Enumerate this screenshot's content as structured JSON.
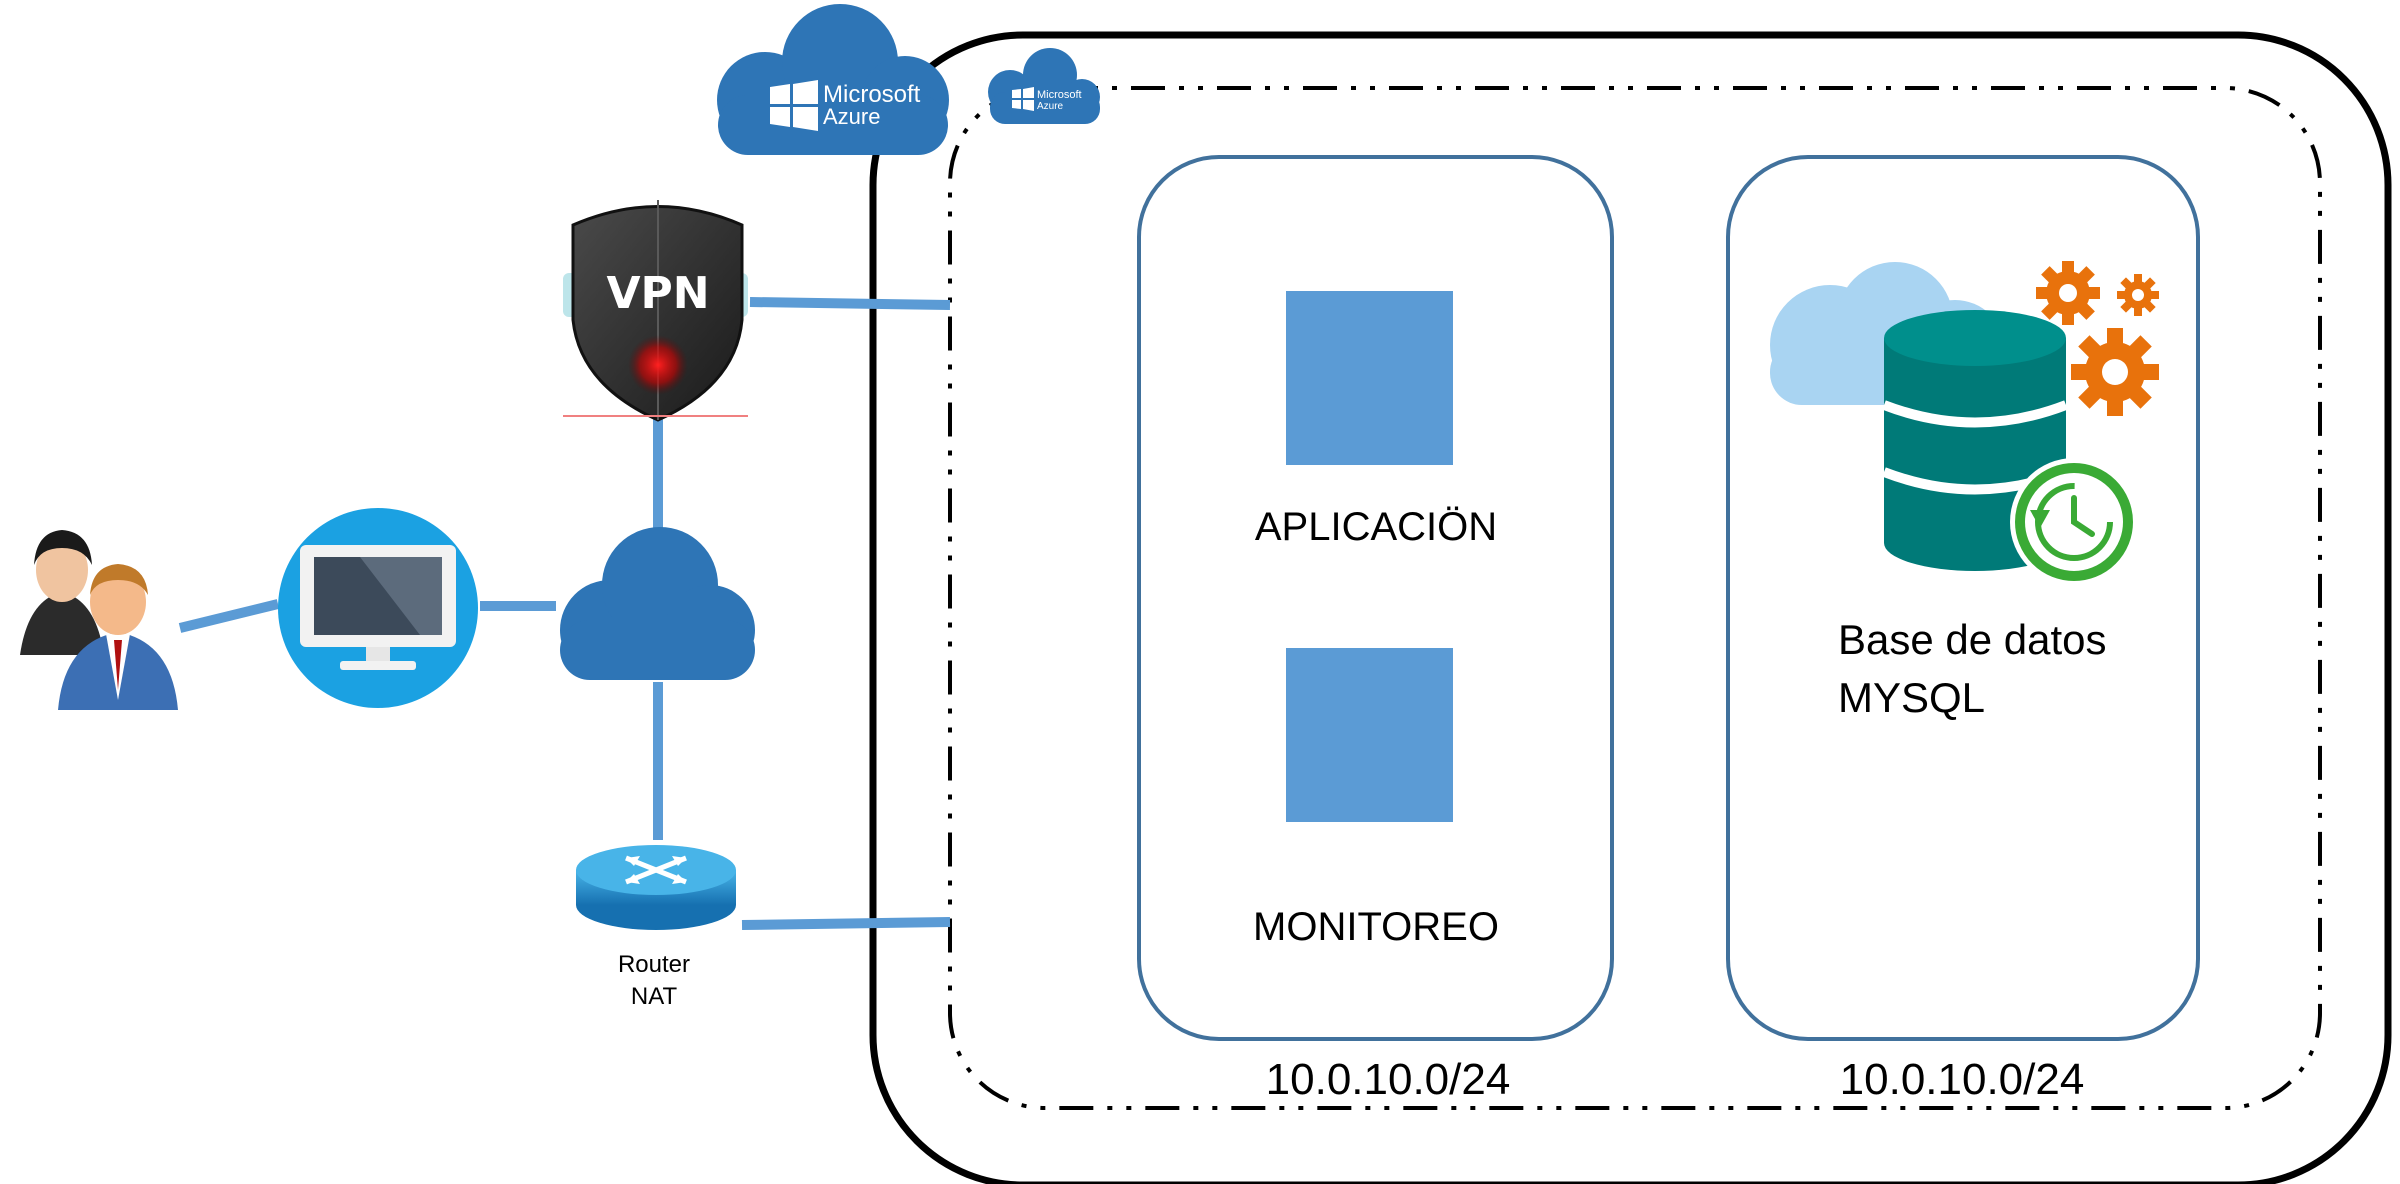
{
  "azure_badge": {
    "line1": "Microsoft",
    "line2": "Azure"
  },
  "azure_badge_small": {
    "line1": "Microsoft",
    "line2": "Azure"
  },
  "vpn": {
    "label": "VPN"
  },
  "router": {
    "line1": "Router",
    "line2": "NAT"
  },
  "app_subnet": {
    "app_label": "APLICACIÖN",
    "monitor_label": "MONITOREO",
    "cidr": "10.0.10.0/24"
  },
  "db_subnet": {
    "db_label_line1": "Base de datos",
    "db_label_line2": "MYSQL",
    "cidr": "10.0.10.0/24"
  },
  "colors": {
    "connector": "#5b9bd5",
    "azure_blue": "#2e75b6",
    "subnet_border": "#41719c",
    "service_box": "#5b9bd5",
    "db_teal": "#007a78",
    "gear_orange": "#e8720c",
    "clock_green": "#3aaa35"
  }
}
